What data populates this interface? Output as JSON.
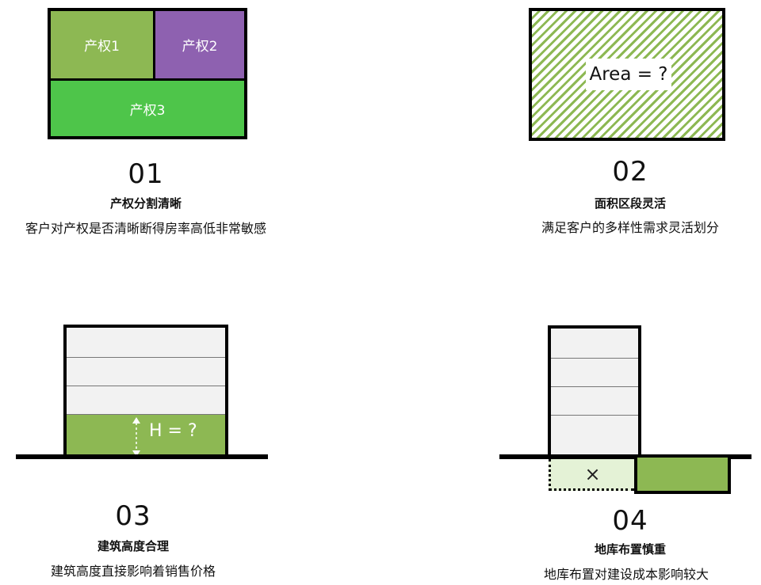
{
  "items": [
    {
      "number": "01",
      "title": "产权分割清晰",
      "description": "客户对产权是否清晰断得房率高低非常敏感",
      "cells": [
        "产权1",
        "产权2",
        "产权3"
      ]
    },
    {
      "number": "02",
      "title": "面积区段灵活",
      "description": "满足客户的多样性需求灵活划分",
      "label": "Area = ?"
    },
    {
      "number": "03",
      "title": "建筑高度合理",
      "description": "建筑高度直接影响着销售价格",
      "label": "H = ?"
    },
    {
      "number": "04",
      "title": "地库布置慎重",
      "description": "地库布置对建设成本影响较大",
      "mark": "×"
    }
  ],
  "colors": {
    "green_olive": "#8db853",
    "purple": "#8e61b0",
    "green_bright": "#4ec54a",
    "pale_green": "#e4f2d6",
    "floor_gray": "#f2f2f2"
  }
}
